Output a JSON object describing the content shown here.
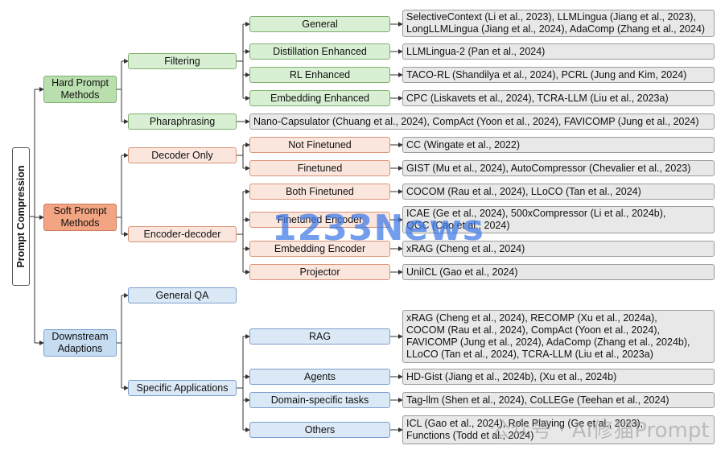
{
  "root": "Prompt Compression",
  "nodes": {
    "hard": "Hard Prompt\nMethods",
    "soft": "Soft Prompt\nMethods",
    "down": "Downstream\nAdaptions",
    "filtering": "Filtering",
    "paraphrasing": "Pharaphrasing",
    "general": "General",
    "distill": "Distillation Enhanced",
    "rl": "RL Enhanced",
    "embed_enh": "Embedding Enhanced",
    "decoder_only": "Decoder Only",
    "enc_dec": "Encoder-decoder",
    "not_ft": "Not Finetuned",
    "ft": "Finetuned",
    "both_ft": "Both Finetuned",
    "ft_enc": "Finetuned Encoder",
    "emb_enc": "Embedding Encoder",
    "projector": "Projector",
    "gqa": "General QA",
    "spec": "Specific Applications",
    "rag": "RAG",
    "agents": "Agents",
    "domain": "Domain-specific tasks",
    "others": "Others"
  },
  "leaves": {
    "general": "SelectiveContext (Li et al., 2023), LLMLingua (Jiang et al., 2023),\nLongLLMLingua (Jiang et al., 2024), AdaComp (Zhang et al., 2024)",
    "distill": "LLMLingua-2 (Pan et al., 2024)",
    "rl": "TACO-RL (Shandilya et al., 2024), PCRL (Jung and Kim, 2024)",
    "embed_enh": "CPC (Liskavets et al., 2024), TCRA-LLM (Liu et al., 2023a)",
    "paraphrasing": "Nano-Capsulator (Chuang et al., 2024), CompAct (Yoon et al., 2024), FAVICOMP (Jung et al., 2024)",
    "not_ft": "CC (Wingate et al., 2022)",
    "ft": "GIST (Mu et al., 2024), AutoCompressor (Chevalier et al., 2023)",
    "both_ft": "COCOM (Rau et al., 2024), LLoCO (Tan et al., 2024)",
    "ft_enc": "ICAE (Ge et al., 2024), 500xCompressor (Li et al., 2024b),\nQGC (Cao et al., 2024)",
    "emb_enc": "xRAG (Cheng et al., 2024)",
    "projector": "UniICL (Gao et al., 2024)",
    "rag": "xRAG (Cheng et al., 2024), RECOMP (Xu et al., 2024a),\nCOCOM (Rau et al., 2024), CompAct (Yoon et al., 2024),\nFAVICOMP (Jung et al., 2024), AdaComp (Zhang et al., 2024b),\nLLoCO (Tan et al., 2024), TCRA-LLM (Liu et al., 2023a)",
    "agents": "HD-Gist (Jiang et al., 2024b), (Xu et al., 2024b)",
    "domain": "Tag-llm (Shen et al., 2024), CoLLEGe (Teehan et al., 2024)",
    "others": "ICL (Gao et al., 2024), Role Playing (Ge et al., 2023),\nFunctions (Todd et al., 2024)"
  },
  "watermark": "1233News",
  "watermark2": "公众号 · AI修猫Prompt"
}
